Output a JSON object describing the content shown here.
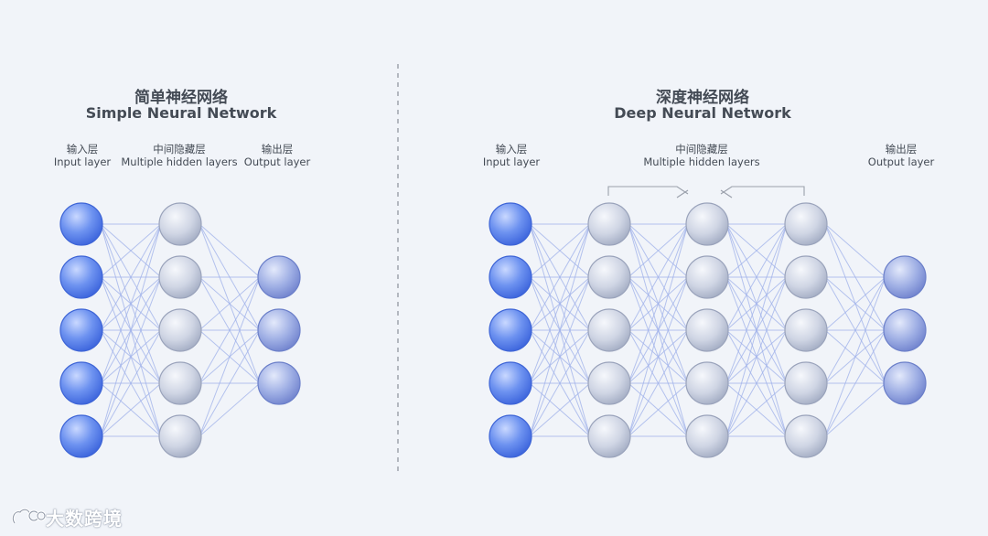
{
  "simple": {
    "title_zh": "简单神经网络",
    "title_en": "Simple Neural Network",
    "input": {
      "zh": "输入层",
      "en": "Input layer"
    },
    "hidden": {
      "zh": "中间隐藏层",
      "en": "Multiple hidden layers"
    },
    "output": {
      "zh": "输出层",
      "en": "Output layer"
    },
    "layers": [
      5,
      5,
      3
    ]
  },
  "deep": {
    "title_zh": "深度神经网络",
    "title_en": "Deep Neural Network",
    "input": {
      "zh": "输入层",
      "en": "Input layer"
    },
    "hidden": {
      "zh": "中间隐藏层",
      "en": "Multiple hidden layers"
    },
    "output": {
      "zh": "输出层",
      "en": "Output layer"
    },
    "layers": [
      5,
      5,
      5,
      5,
      3
    ]
  },
  "watermark": {
    "text": "大数跨境"
  },
  "colors": {
    "background": "#f1f4f9",
    "input_node": "#5b82ec",
    "hidden_node": "#c3c9da",
    "output_node": "#8c9de0",
    "edge": "#9fb1ea",
    "divider": "#8a8f99"
  }
}
